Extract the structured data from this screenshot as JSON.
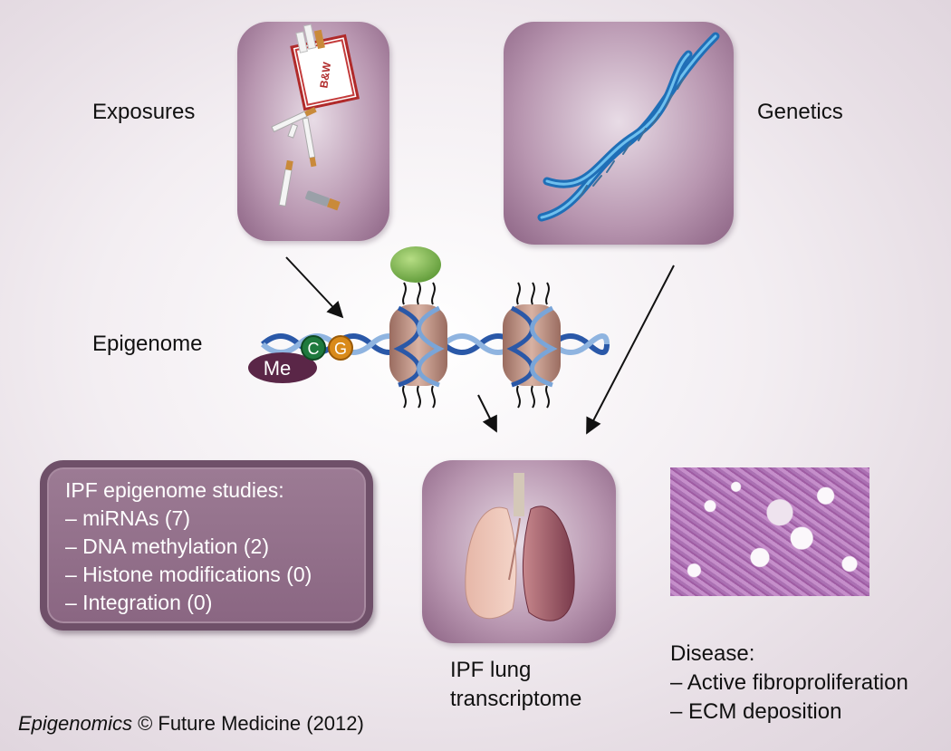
{
  "labels": {
    "exposures": "Exposures",
    "genetics": "Genetics",
    "epigenome": "Epigenome",
    "transcriptome_line1": "IPF lung",
    "transcriptome_line2": "transcriptome"
  },
  "studies": {
    "title": "IPF epigenome studies:",
    "items": [
      "– miRNAs (7)",
      "– DNA methylation (2)",
      "– Histone modifications (0)",
      "– Integration (0)"
    ]
  },
  "disease": {
    "title": "Disease:",
    "items": [
      "– Active fibroproliferation",
      "– ECM deposition"
    ]
  },
  "epigenome_marks": {
    "me": "Me",
    "c": "C",
    "g": "G"
  },
  "cigarette_pack_text": "B&W",
  "footer": {
    "journal": "Epigenomics",
    "rest": " © Future Medicine (2012)"
  },
  "colors": {
    "panel": "#a9839f",
    "dna_blue": "#2a6fb5",
    "nucleosome": "#b88a7c",
    "histone_mark": "#7ab04a",
    "me_oval": "#5a2647",
    "c_circle": "#1f7a3e",
    "g_circle": "#d98a1a"
  }
}
